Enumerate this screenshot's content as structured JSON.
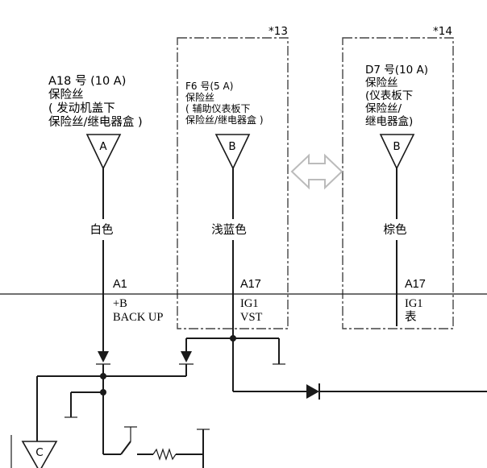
{
  "variants": [
    {
      "tag": "*13"
    },
    {
      "tag": "*14"
    }
  ],
  "fuses": [
    {
      "lines": [
        "A18 号 (10 A)",
        "保险丝",
        "( 发动机盖下",
        "保险丝/继电器盒 )"
      ],
      "connector": "A",
      "wire_color": "白色",
      "pin": "A1",
      "terminal": [
        "+B",
        "BACK UP"
      ]
    },
    {
      "lines": [
        "F6 号(5 A)",
        "保险丝",
        "( 辅助仪表板下",
        "保险丝/继电器盒 )"
      ],
      "connector": "B",
      "wire_color": "浅蓝色",
      "pin": "A17",
      "terminal": [
        "IG1",
        "VST"
      ]
    },
    {
      "lines": [
        "D7 号(10 A)",
        "保险丝",
        "(仪表板下",
        "保险丝/",
        "继电器盒)"
      ],
      "connector": "B",
      "wire_color": "棕色",
      "pin": "A17",
      "terminal": [
        "IG1",
        "表"
      ]
    }
  ],
  "lower_connector": "C",
  "colors": {
    "line": "#1a1a1a",
    "dash_box": "#444444",
    "arrow_fill": "#ffffff",
    "arrow_stroke": "#bbbbbb"
  }
}
